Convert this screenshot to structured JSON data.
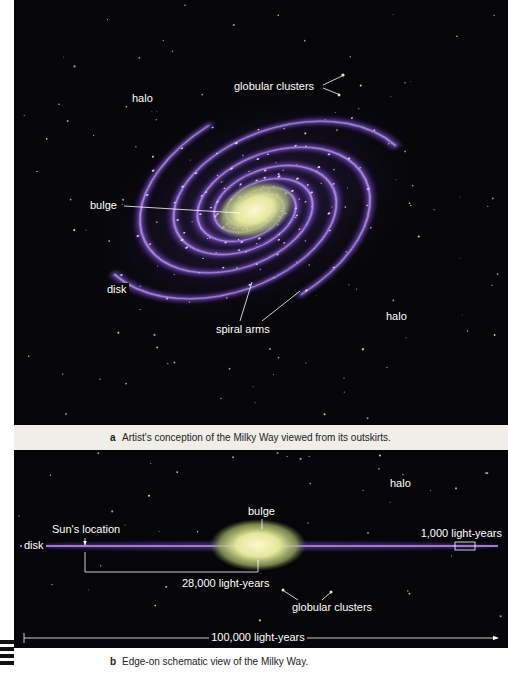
{
  "diagram": {
    "labels": [
      "globular clusters",
      "halo",
      "bulge",
      "disk",
      "spiral arms",
      "halo",
      "a",
      "Artist's conception of the Milky Way viewed from its outskirts.",
      "halo",
      "bulge",
      "Sun's location",
      "disk",
      "1,000 light-years",
      "28,000 light-years",
      "globular clusters",
      "100,000 light-years",
      "b",
      "Edge-on schematic view of the Milky Way."
    ]
  }
}
